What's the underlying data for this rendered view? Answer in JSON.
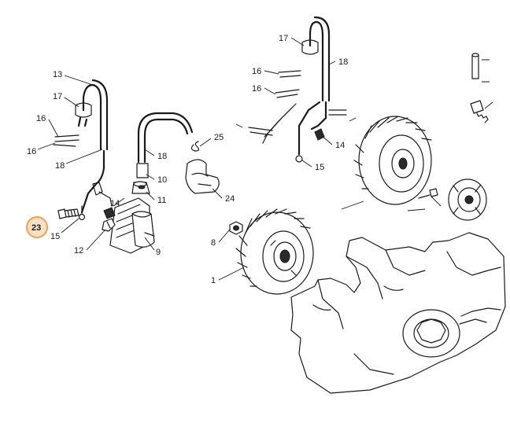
{
  "callouts": [
    {
      "id": "13",
      "label": "13"
    },
    {
      "id": "17a",
      "label": "17"
    },
    {
      "id": "16a",
      "label": "16"
    },
    {
      "id": "16b",
      "label": "16"
    },
    {
      "id": "18a",
      "label": "18"
    },
    {
      "id": "18b",
      "label": "18"
    },
    {
      "id": "10",
      "label": "10"
    },
    {
      "id": "25",
      "label": "25"
    },
    {
      "id": "11",
      "label": "11"
    },
    {
      "id": "24",
      "label": "24"
    },
    {
      "id": "14a",
      "label": "14"
    },
    {
      "id": "23",
      "label": "23"
    },
    {
      "id": "15a",
      "label": "15"
    },
    {
      "id": "12",
      "label": "12"
    },
    {
      "id": "9",
      "label": "9"
    },
    {
      "id": "8",
      "label": "8"
    },
    {
      "id": "1",
      "label": "1"
    },
    {
      "id": "17b",
      "label": "17"
    },
    {
      "id": "18c",
      "label": "18"
    },
    {
      "id": "16c",
      "label": "16"
    },
    {
      "id": "16d",
      "label": "16"
    },
    {
      "id": "14b",
      "label": "14"
    },
    {
      "id": "15b",
      "label": "15"
    }
  ],
  "highlight": {
    "label": "23",
    "color": "#f0a050",
    "fill": "#fce0c4"
  }
}
